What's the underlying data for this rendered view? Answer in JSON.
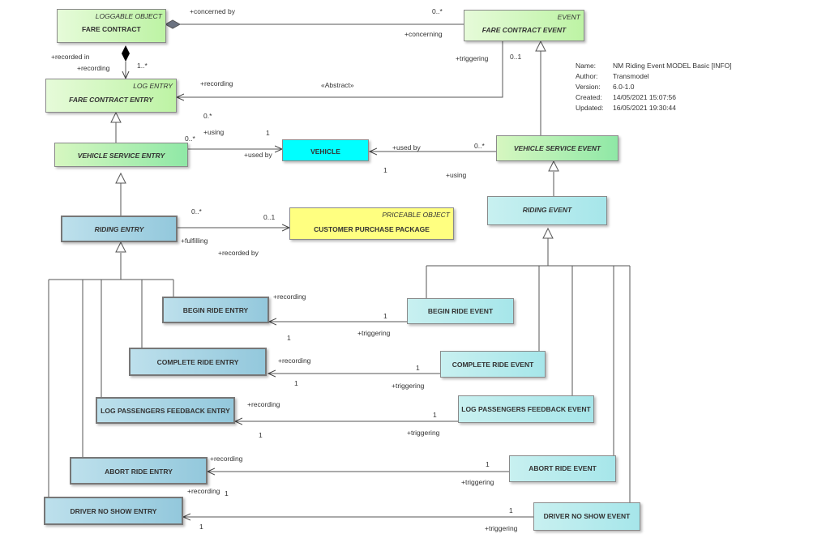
{
  "classes": {
    "fare_contract": {
      "name": "FARE CONTRACT",
      "stereotype": "LOGGABLE OBJECT"
    },
    "fare_contract_event": {
      "name": "FARE CONTRACT EVENT",
      "stereotype": "EVENT"
    },
    "fare_contract_entry": {
      "name": "FARE CONTRACT ENTRY",
      "stereotype": "LOG ENTRY"
    },
    "vehicle_service_entry": {
      "name": "VEHICLE SERVICE ENTRY"
    },
    "vehicle": {
      "name": "VEHICLE"
    },
    "vehicle_service_event": {
      "name": "VEHICLE SERVICE EVENT"
    },
    "riding_entry": {
      "name": "RIDING ENTRY"
    },
    "customer_purchase_package": {
      "name": "CUSTOMER PURCHASE PACKAGE",
      "stereotype": "PRICEABLE OBJECT"
    },
    "riding_event": {
      "name": "RIDING EVENT"
    },
    "begin_ride_entry": {
      "name": "BEGIN RIDE ENTRY"
    },
    "begin_ride_event": {
      "name": "BEGIN RIDE EVENT"
    },
    "complete_ride_entry": {
      "name": "COMPLETE RIDE ENTRY"
    },
    "complete_ride_event": {
      "name": "COMPLETE  RIDE EVENT"
    },
    "log_passengers_feedback_entry": {
      "name": "LOG PASSENGERS FEEDBACK ENTRY"
    },
    "log_passengers_feedback_event": {
      "name": "LOG PASSENGERS FEEDBACK EVENT"
    },
    "abort_ride_entry": {
      "name": "ABORT RIDE ENTRY"
    },
    "abort_ride_event": {
      "name": "ABORT RIDE EVENT"
    },
    "driver_no_show_entry": {
      "name": "DRIVER NO SHOW ENTRY"
    },
    "driver_no_show_event": {
      "name": "DRIVER NO SHOW EVENT"
    }
  },
  "labels": {
    "concerned_by": "+concerned by",
    "concerning": "+concerning",
    "mult_0_many": "0..*",
    "mult_0_star": "0.*",
    "mult_1_many": "1..*",
    "mult_0_1": "0..1",
    "mult_1": "1",
    "recorded_in": "+recorded in",
    "recording": "+recording",
    "recorded_by": "+recorded by",
    "triggering": "+triggering",
    "abstract": "«Abstract»",
    "using": "+using",
    "used_by": "+used by",
    "fulfilling": "+fulfilling"
  },
  "info": {
    "name_key": "Name:",
    "name_val": "NM Riding Event MODEL Basic [INFO]",
    "author_key": "Author:",
    "author_val": "Transmodel",
    "version_key": "Version:",
    "version_val": "6.0-1.0",
    "created_key": "Created:",
    "created_val": "14/05/2021 15:07:56",
    "updated_key": "Updated:",
    "updated_val": "16/05/2021 19:30:44"
  }
}
